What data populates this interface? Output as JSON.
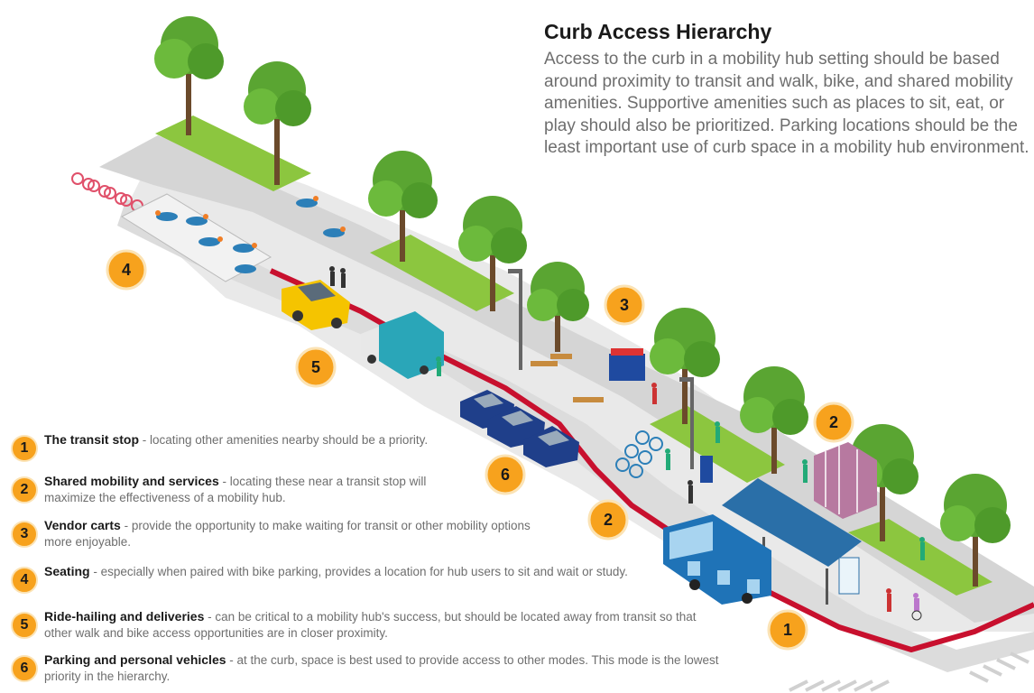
{
  "title": "Curb Access Hierarchy",
  "intro": "Access to the curb in a mobility hub setting should be based around proximity to transit and walk, bike, and shared mobility amenities. Supportive amenities such as places to sit, eat, or play should also be prioritized. Parking locations should be the least important use of curb space in a mobility hub environment.",
  "legend": [
    {
      "number": "1",
      "heading": "The transit stop",
      "text": " - locating other amenities nearby should be a priority."
    },
    {
      "number": "2",
      "heading": "Shared mobility and services",
      "text": " - locating these near a transit stop will maximize the effectiveness of a mobility hub."
    },
    {
      "number": "3",
      "heading": "Vendor carts",
      "text": " - provide the opportunity to make waiting for transit or other mobility options more enjoyable."
    },
    {
      "number": "4",
      "heading": "Seating",
      "text": " - especially when paired with bike parking, provides a location for hub users to sit and wait or study."
    },
    {
      "number": "5",
      "heading": "Ride-hailing and deliveries",
      "text": " - can be critical to a mobility hub's success, but should be located away from transit so that other walk and bike access opportunities are in closer proximity."
    },
    {
      "number": "6",
      "heading": "Parking and personal vehicles",
      "text": " - at the curb, space is best used to provide access to other modes. This mode is the lowest priority in the hierarchy."
    }
  ],
  "markers": {
    "m1": "1",
    "m2a": "2",
    "m2b": "2",
    "m3": "3",
    "m4": "4",
    "m5": "5",
    "m6": "6"
  },
  "colors": {
    "badge": "#f7a21d",
    "badge_ring": "#fbe3b5",
    "curb_red": "#c8102e",
    "grass": "#8cc63f",
    "tree": "#5aa532",
    "sidewalk": "#d3d3d3",
    "road": "#e7e7e7",
    "bus": "#1f73b7",
    "car": "#1f3f8a",
    "taxi": "#f5c400",
    "truck": "#2aa6b8"
  }
}
